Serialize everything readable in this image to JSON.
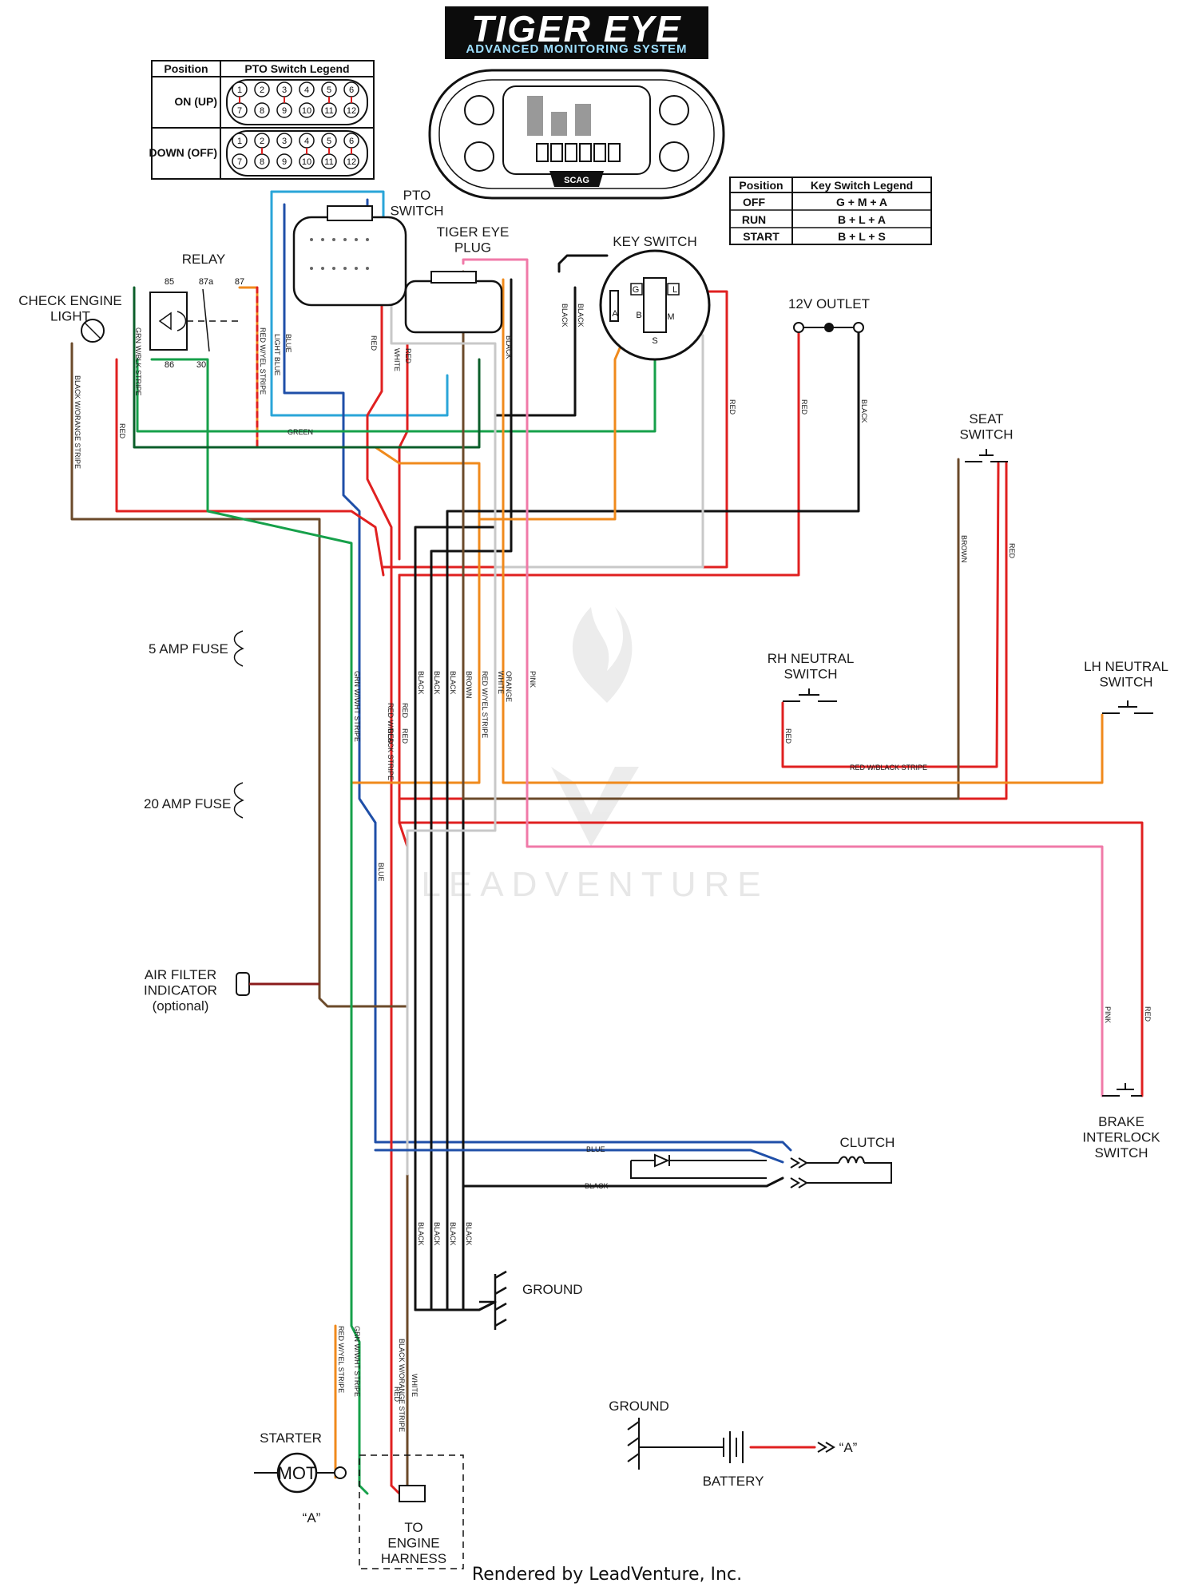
{
  "header": {
    "title": "TIGER EYE",
    "subtitle": "ADVANCED MONITORING SYSTEM",
    "display_logo": "SCAG"
  },
  "pto_legend": {
    "col_position": "Position",
    "col_legend": "PTO Switch Legend",
    "row_on": "ON (UP)",
    "row_off": "DOWN (OFF)",
    "pins_top": [
      "1",
      "2",
      "3",
      "4",
      "5",
      "6"
    ],
    "pins_bottom": [
      "7",
      "8",
      "9",
      "10",
      "11",
      "12"
    ]
  },
  "key_legend": {
    "col_position": "Position",
    "col_legend": "Key Switch Legend",
    "rows": [
      {
        "position": "OFF",
        "legend": "G + M + A"
      },
      {
        "position": "RUN",
        "legend": "B + L + A"
      },
      {
        "position": "START",
        "legend": "B + L + S"
      }
    ]
  },
  "components": {
    "pto_switch": "PTO\nSWITCH",
    "tiger_eye_plug": "TIGER EYE\nPLUG",
    "key_switch": "KEY SWITCH",
    "relay": "RELAY",
    "relay_85": "85",
    "relay_87a": "87a",
    "relay_87": "87",
    "relay_86": "86",
    "relay_30": "30",
    "check_engine_light": "CHECK ENGINE\nLIGHT",
    "outlet": "12V OUTLET",
    "seat_switch": "SEAT\nSWITCH",
    "rh_neutral": "RH NEUTRAL\nSWITCH",
    "lh_neutral": "LH NEUTRAL\nSWITCH",
    "fuse_5": "5 AMP FUSE",
    "fuse_20": "20 AMP FUSE",
    "air_filter": "AIR FILTER\nINDICATOR\n(optional)",
    "clutch": "CLUTCH",
    "ground1": "GROUND",
    "ground2": "GROUND",
    "battery": "BATTERY",
    "starter": "STARTER",
    "starter_symbol": "MOT",
    "engine_harness": "TO\nENGINE\nHARNESS",
    "brake_switch": "BRAKE\nINTERLOCK\nSWITCH",
    "ref_a1": "“A”",
    "ref_a2": "“A”",
    "key_pins": [
      "G",
      "L",
      "A",
      "B",
      "M",
      "S"
    ]
  },
  "wire_labels": {
    "black_orange": "BLACK W/ORANGE STRIPE",
    "red": "RED",
    "grn_wblk": "GRN W/BLK STRIPE",
    "light_blue": "LIGHT BLUE",
    "blue": "BLUE",
    "red_wyel": "RED W/YEL STRIPE",
    "white": "WHITE",
    "black": "BLACK",
    "green": "GREEN",
    "brown": "BROWN",
    "orange": "ORANGE",
    "pink": "PINK",
    "grn_wwht": "GRN W/WHT STRIPE",
    "red_wblack": "RED W/BLACK STRIPE",
    "red_wblack2": "RED W/BLACK STRIPE"
  },
  "watermark": "LEADVENTURE",
  "footer": "Rendered by LeadVenture, Inc.",
  "colors": {
    "red": "#e02020",
    "black": "#111111",
    "blue": "#1f4fa8",
    "light_blue": "#2aa5d8",
    "green": "#16a04a",
    "orange": "#f08a1c",
    "pink": "#f07aa8",
    "brown": "#6b4a2a",
    "white_wire": "#c8c8c8"
  }
}
